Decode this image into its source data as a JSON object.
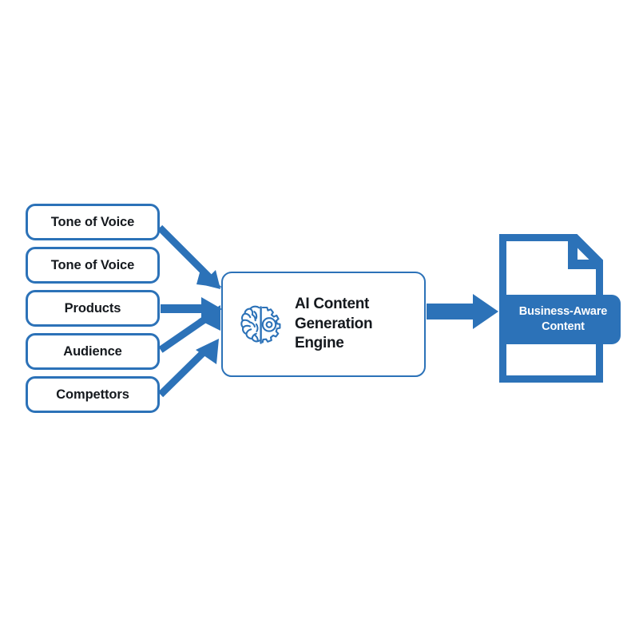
{
  "diagram": {
    "title": "AI Content Generation Engine flow diagram",
    "background_color": "#ffffff",
    "accent_color": "#2C72B8",
    "text_color": "#15191e",
    "inputs": [
      {
        "label": "Tone of Voice"
      },
      {
        "label": "Tone of Voice"
      },
      {
        "label": "Products"
      },
      {
        "label": "Audience"
      },
      {
        "label": "Compettors"
      }
    ],
    "engine": {
      "line1": "AI Content",
      "line2": "Generation",
      "line3": "Engine",
      "icon": "brain-gear-icon"
    },
    "output": {
      "line1": "Business-Aware",
      "line2": "Content",
      "icon": "document-icon"
    },
    "connectors": [
      {
        "from": "Tone of Voice",
        "to": "AI Content Generation Engine",
        "style": "arrow"
      },
      {
        "from": "Products",
        "to": "AI Content Generation Engine",
        "style": "arrow"
      },
      {
        "from": "Audience",
        "to": "AI Content Generation Engine",
        "style": "arrow"
      },
      {
        "from": "Compettors",
        "to": "AI Content Generation Engine",
        "style": "arrow"
      },
      {
        "from": "AI Content Generation Engine",
        "to": "Business-Aware Content",
        "style": "arrow"
      }
    ]
  }
}
